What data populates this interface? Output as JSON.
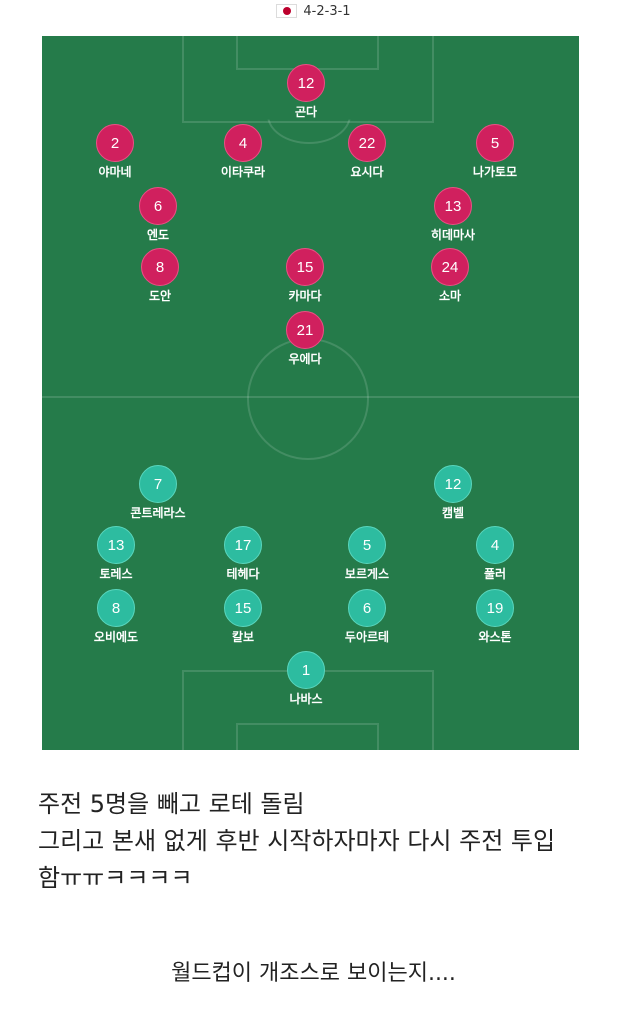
{
  "header": {
    "flag_icon": "japan-flag-icon",
    "formation": "4-2-3-1"
  },
  "pitch": {
    "color": "#257b4a",
    "away_color": "#d0205e",
    "home_color": "#2dbca0"
  },
  "away_players": [
    {
      "num": "12",
      "name": "곤다"
    },
    {
      "num": "2",
      "name": "야마네"
    },
    {
      "num": "4",
      "name": "이타쿠라"
    },
    {
      "num": "22",
      "name": "요시다"
    },
    {
      "num": "5",
      "name": "나가토모"
    },
    {
      "num": "6",
      "name": "엔도"
    },
    {
      "num": "13",
      "name": "히데마사"
    },
    {
      "num": "8",
      "name": "도안"
    },
    {
      "num": "15",
      "name": "카마다"
    },
    {
      "num": "24",
      "name": "소마"
    },
    {
      "num": "21",
      "name": "우에다"
    }
  ],
  "home_players": [
    {
      "num": "7",
      "name": "콘트레라스"
    },
    {
      "num": "12",
      "name": "캠벨"
    },
    {
      "num": "13",
      "name": "토레스"
    },
    {
      "num": "17",
      "name": "테헤다"
    },
    {
      "num": "5",
      "name": "보르게스"
    },
    {
      "num": "4",
      "name": "풀러"
    },
    {
      "num": "8",
      "name": "오비에도"
    },
    {
      "num": "15",
      "name": "칼보"
    },
    {
      "num": "6",
      "name": "두아르테"
    },
    {
      "num": "19",
      "name": "와스톤"
    },
    {
      "num": "1",
      "name": "나바스"
    }
  ],
  "comment": {
    "line1": "주전 5명을 빼고 로테 돌림",
    "line2": "그리고 본새 없게 후반 시작하자마자 다시 주전 투입",
    "line3": "함ㅠㅠㅋㅋㅋㅋ"
  },
  "footer": "월드컵이 개조스로 보이는지...."
}
